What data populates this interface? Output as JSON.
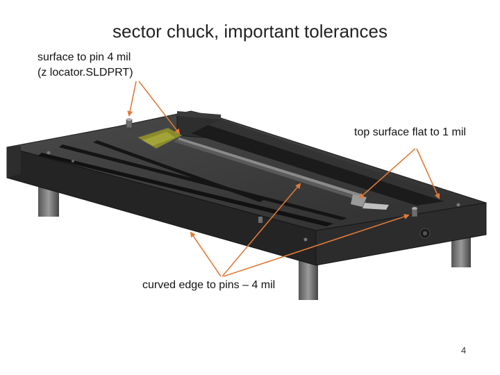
{
  "slide": {
    "title": "sector chuck, important tolerances",
    "page_number": "4"
  },
  "annotations": {
    "surface_to_pin_line1": "surface to pin 4 mil",
    "surface_to_pin_line2": "(z locator.SLDPRT)",
    "top_surface": "top surface flat to 1 mil",
    "curved_edge": "curved edge to pins – 4 mil"
  },
  "colors": {
    "arrow": "#e07b39",
    "body": "#2b2b2b",
    "plate_top": "#3d3d3d",
    "locator": "#8a8a2a"
  }
}
